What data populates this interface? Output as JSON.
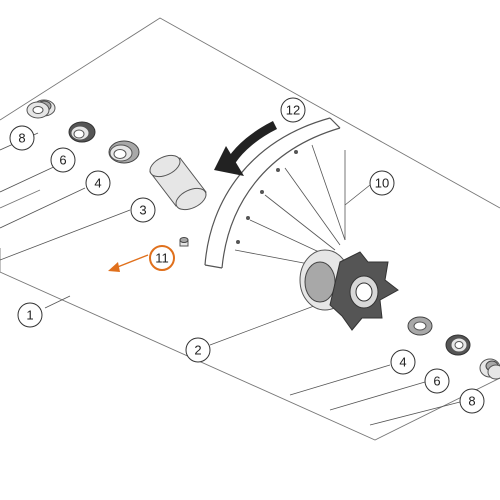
{
  "colors": {
    "highlight": "#e0701c",
    "line": "#555555",
    "part_fill": "#e6e6e6",
    "arrow": "#222222"
  },
  "callouts": {
    "c1": "1",
    "c2": "2",
    "c3": "3",
    "c4_left": "4",
    "c4_right": "4",
    "c6_left": "6",
    "c6_right": "6",
    "c8_left": "8",
    "c8_right": "8",
    "c10": "10",
    "c11": "11",
    "c12": "12"
  },
  "icons": {
    "direction_arrow": "rotation-direction-arrow-icon",
    "highlight_arrow": "pointer-arrow-icon"
  }
}
